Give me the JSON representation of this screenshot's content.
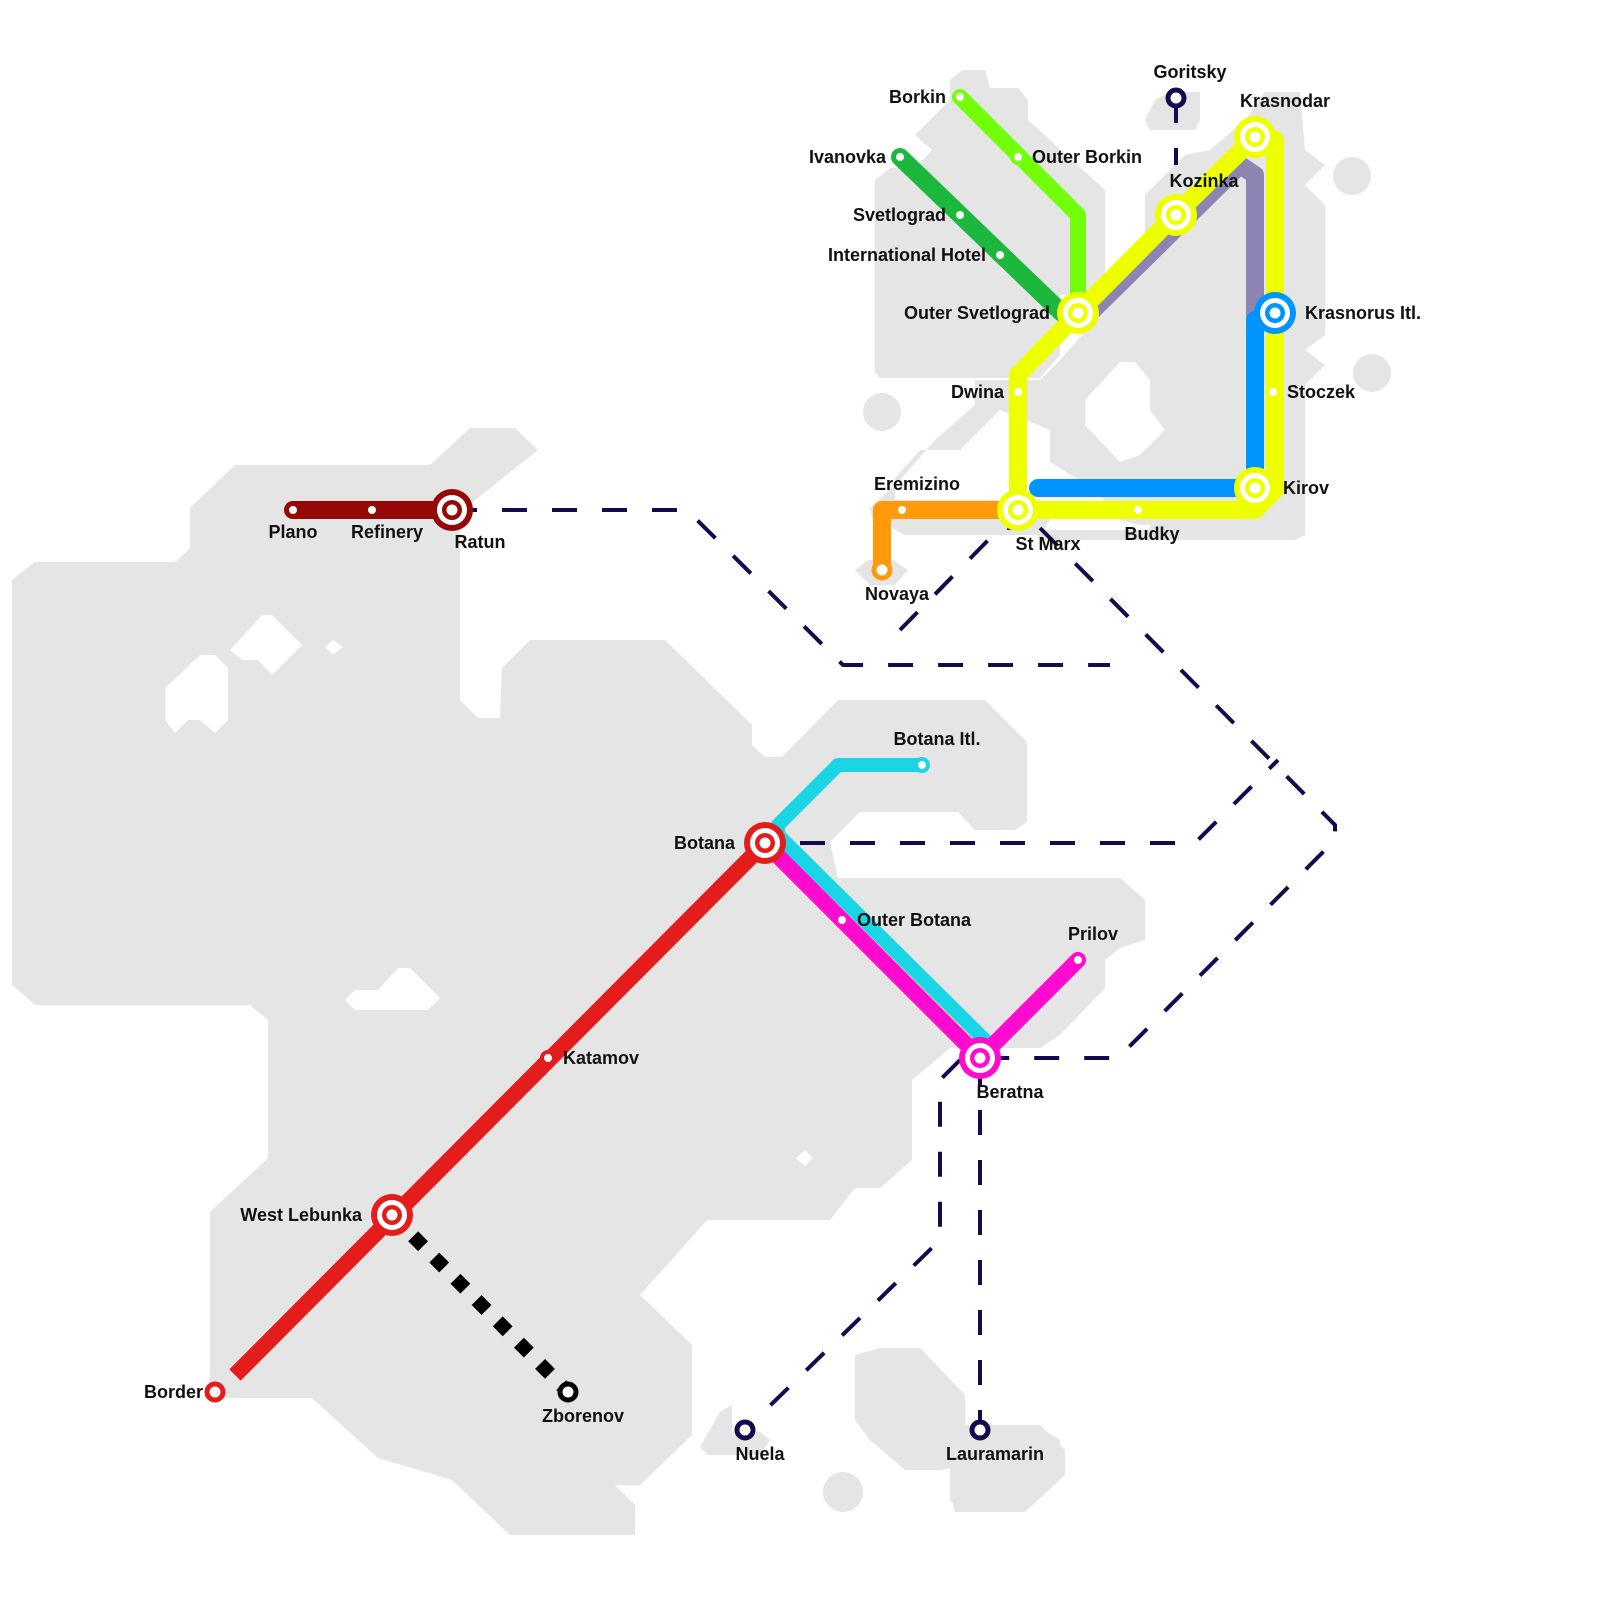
{
  "map": {
    "colors": {
      "land": "#e5e5e5",
      "water": "#ffffff",
      "label": "#111111",
      "station_fill": "#ffffff"
    },
    "lines": [
      {
        "id": "dark-red",
        "name": "Dark red line",
        "color": "#940808",
        "style": "solid",
        "stations": [
          "Plano",
          "Refinery",
          "Ratun"
        ]
      },
      {
        "id": "red",
        "name": "Red line",
        "color": "#e51c1c",
        "style": "solid",
        "stations": [
          "Border",
          "West Lebunka",
          "Katamov",
          "Botana"
        ]
      },
      {
        "id": "cyan",
        "name": "Cyan line",
        "color": "#1ad6e5",
        "style": "solid",
        "stations": [
          "Botana Itl.",
          "Botana",
          "Beratna"
        ]
      },
      {
        "id": "magenta",
        "name": "Magenta line",
        "color": "#ff0acf",
        "style": "solid",
        "stations": [
          "Botana",
          "Outer Botana",
          "Beratna",
          "Prilov"
        ]
      },
      {
        "id": "black",
        "name": "Black dotted line",
        "color": "#000000",
        "style": "dotted",
        "stations": [
          "West Lebunka",
          "Zborenov"
        ]
      },
      {
        "id": "lime",
        "name": "Lime line",
        "color": "#73ff0a",
        "style": "solid",
        "stations": [
          "Borkin",
          "Outer Borkin",
          "Outer Svetlograd"
        ]
      },
      {
        "id": "green",
        "name": "Green line",
        "color": "#1cb83d",
        "style": "solid",
        "stations": [
          "Ivanovka",
          "Svetlograd",
          "International Hotel",
          "Outer Svetlograd"
        ]
      },
      {
        "id": "yellow",
        "name": "Yellow line",
        "color": "#eeff00",
        "style": "solid",
        "stations": [
          "Krasnodar",
          "Kozinka",
          "Outer Svetlograd",
          "Dwina",
          "St Marx",
          "Budky",
          "Kirov",
          "Stoczek",
          "Krasnorus Itl."
        ]
      },
      {
        "id": "lavender",
        "name": "Lavender line",
        "color": "#8c85b3",
        "style": "solid",
        "stations": [
          "Outer Svetlograd",
          "Krasnodar",
          "Krasnorus Itl."
        ]
      },
      {
        "id": "blue",
        "name": "Blue line",
        "color": "#0094ff",
        "style": "solid",
        "stations": [
          "Krasnorus Itl.",
          "Kirov",
          "St Marx"
        ]
      },
      {
        "id": "orange",
        "name": "Orange line",
        "color": "#ff9a0a",
        "style": "solid",
        "stations": [
          "Novaya",
          "Eremizino",
          "St Marx"
        ]
      },
      {
        "id": "navy",
        "name": "Navy dashed line",
        "color": "#140a4d",
        "style": "dashed",
        "stations": [
          "Goritsky",
          "Ratun",
          "St Marx",
          "Botana",
          "Beratna",
          "Nuela",
          "Lauramarin"
        ]
      }
    ],
    "stations": [
      {
        "name": "Plano",
        "type": "stop",
        "line": "dark-red"
      },
      {
        "name": "Refinery",
        "type": "stop",
        "line": "dark-red"
      },
      {
        "name": "Ratun",
        "type": "interchange",
        "line": "dark-red"
      },
      {
        "name": "Border",
        "type": "terminus",
        "line": "red"
      },
      {
        "name": "West Lebunka",
        "type": "interchange",
        "line": "red"
      },
      {
        "name": "Katamov",
        "type": "stop",
        "line": "red"
      },
      {
        "name": "Botana",
        "type": "interchange",
        "line": "red"
      },
      {
        "name": "Botana Itl.",
        "type": "stop",
        "line": "cyan"
      },
      {
        "name": "Outer Botana",
        "type": "stop",
        "line": "magenta"
      },
      {
        "name": "Beratna",
        "type": "interchange",
        "line": "magenta"
      },
      {
        "name": "Prilov",
        "type": "stop",
        "line": "magenta"
      },
      {
        "name": "Zborenov",
        "type": "terminus",
        "line": "black"
      },
      {
        "name": "Nuela",
        "type": "terminus",
        "line": "navy"
      },
      {
        "name": "Lauramarin",
        "type": "terminus",
        "line": "navy"
      },
      {
        "name": "Goritsky",
        "type": "terminus",
        "line": "navy"
      },
      {
        "name": "Borkin",
        "type": "stop",
        "line": "lime"
      },
      {
        "name": "Outer Borkin",
        "type": "stop",
        "line": "lime"
      },
      {
        "name": "Ivanovka",
        "type": "stop",
        "line": "green"
      },
      {
        "name": "Svetlograd",
        "type": "stop",
        "line": "green"
      },
      {
        "name": "International Hotel",
        "type": "stop",
        "line": "green"
      },
      {
        "name": "Outer Svetlograd",
        "type": "interchange",
        "line": "yellow"
      },
      {
        "name": "Kozinka",
        "type": "interchange",
        "line": "yellow"
      },
      {
        "name": "Krasnodar",
        "type": "interchange",
        "line": "yellow"
      },
      {
        "name": "Krasnorus Itl.",
        "type": "interchange",
        "line": "blue"
      },
      {
        "name": "Stoczek",
        "type": "stop",
        "line": "yellow"
      },
      {
        "name": "Kirov",
        "type": "interchange",
        "line": "yellow"
      },
      {
        "name": "Budky",
        "type": "stop",
        "line": "yellow"
      },
      {
        "name": "Dwina",
        "type": "stop",
        "line": "yellow"
      },
      {
        "name": "St Marx",
        "type": "interchange",
        "line": "yellow"
      },
      {
        "name": "Eremizino",
        "type": "stop",
        "line": "orange"
      },
      {
        "name": "Novaya",
        "type": "terminus",
        "line": "orange"
      }
    ]
  }
}
